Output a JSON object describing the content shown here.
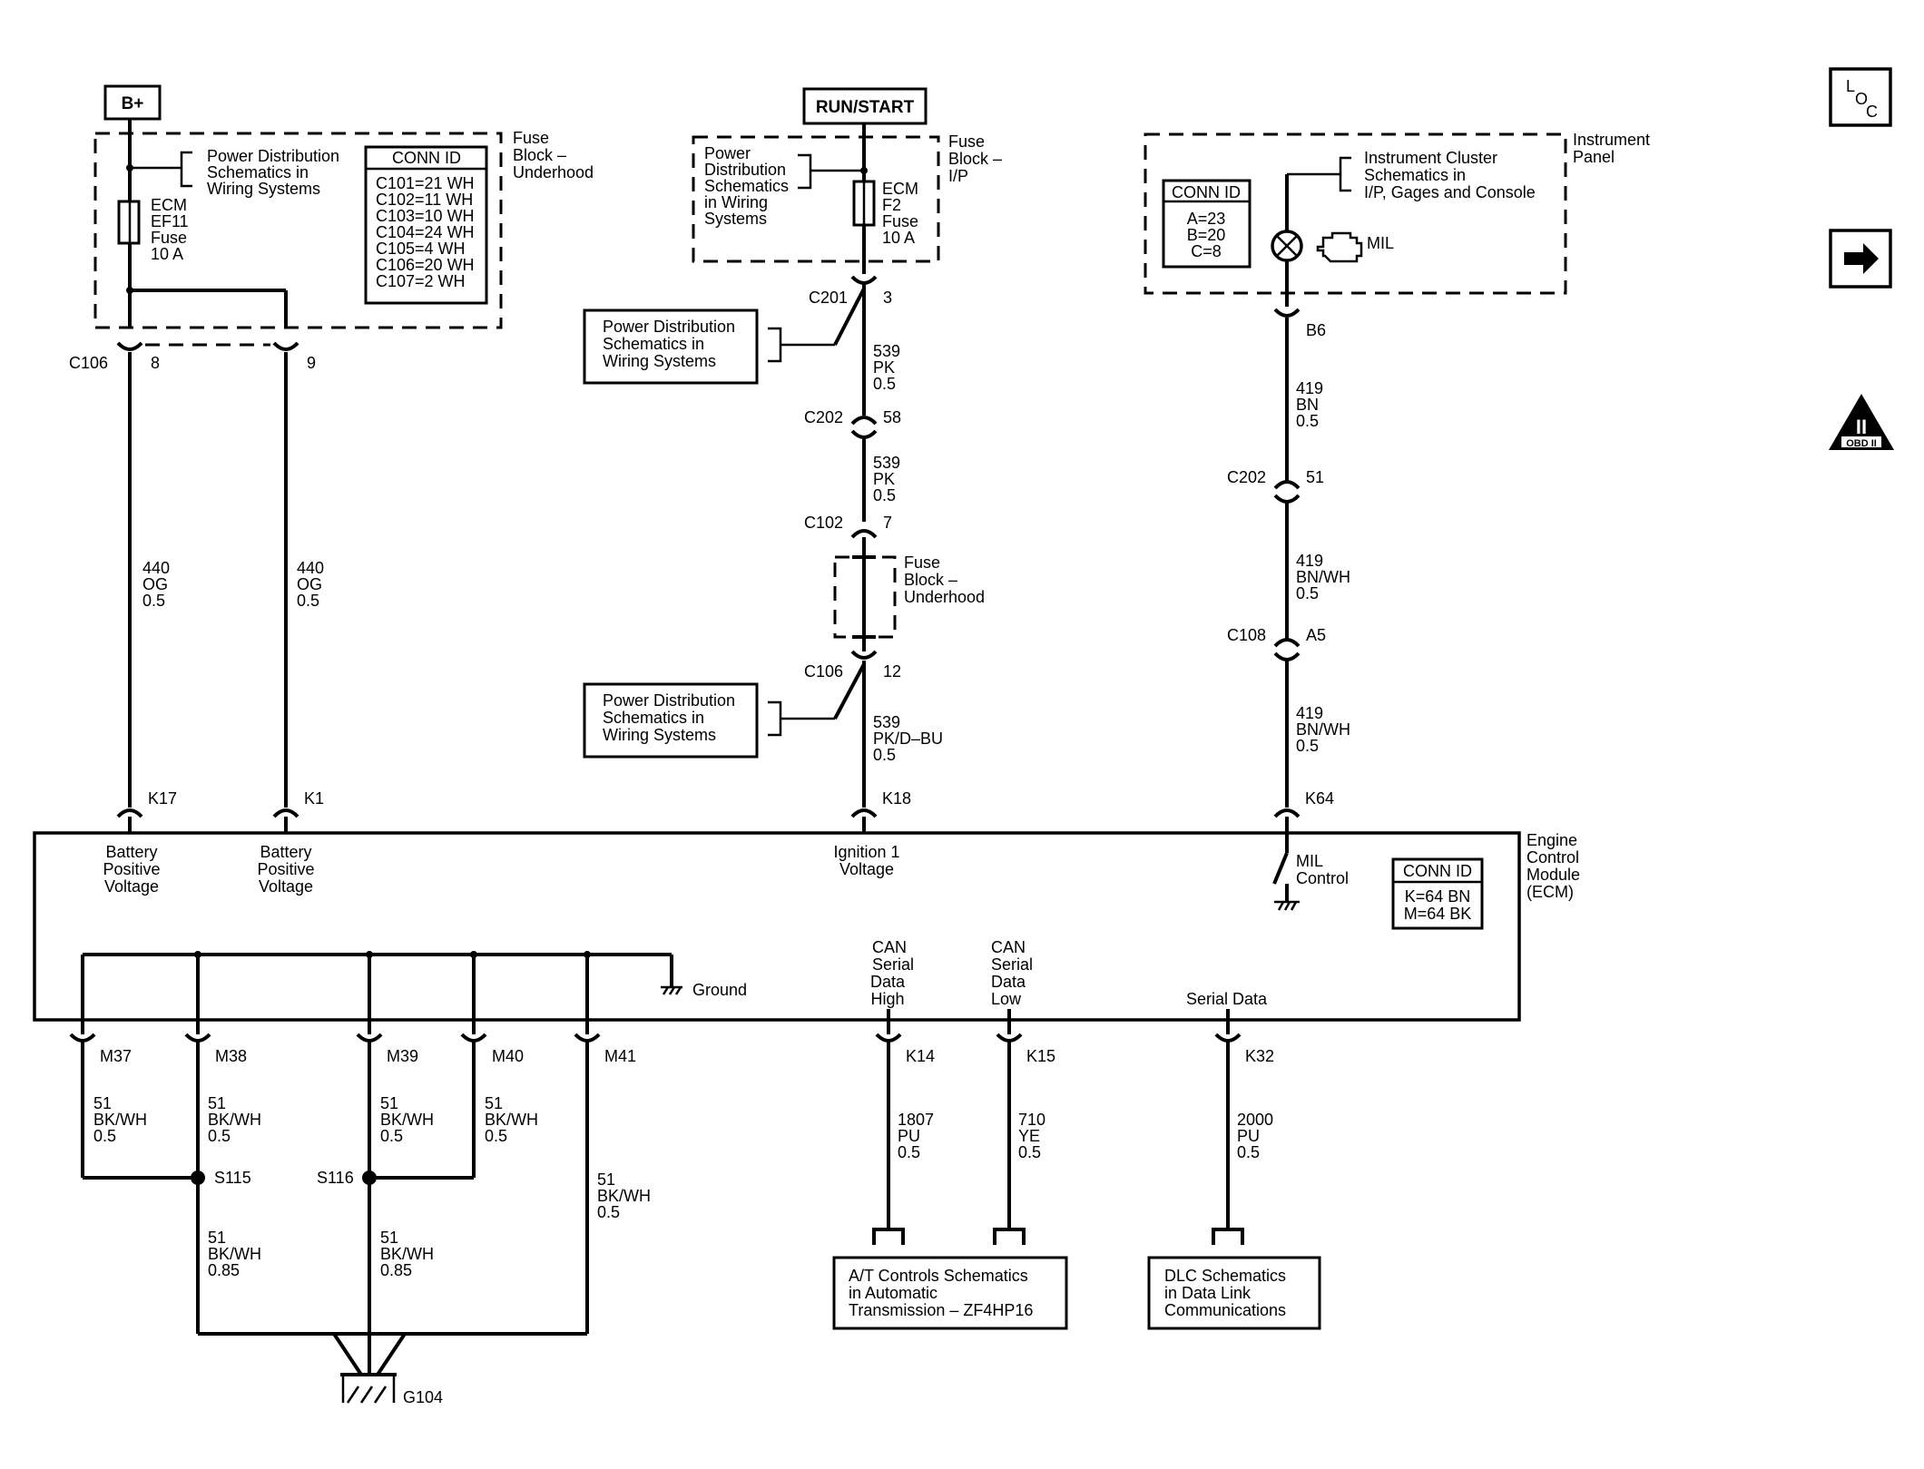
{
  "power": {
    "bplus": "B+",
    "run_start": "RUN/START"
  },
  "fuse_block_underhood": {
    "title_lines": [
      "Fuse",
      "Block –",
      "Underhood"
    ],
    "pd_ref_lines": [
      "Power Distribution",
      "Schematics in",
      "Wiring Systems"
    ],
    "fuse_lines": [
      "ECM",
      "EF11",
      "Fuse",
      "10 A"
    ],
    "conn_id_title": "CONN ID",
    "conn_rows": [
      "C101=21 WH",
      "C102=11 WH",
      "C103=10 WH",
      "C104=24 WH",
      "C105=4 WH",
      "C106=20 WH",
      "C107=2 WH"
    ]
  },
  "fuse_block_ip": {
    "title_lines": [
      "Fuse",
      "Block –",
      "I/P"
    ],
    "pd_ref_lines": [
      "Power",
      "Distribution",
      "Schematics",
      "in Wiring",
      "Systems"
    ],
    "fuse_lines": [
      "ECM",
      "F2",
      "Fuse",
      "10 A"
    ]
  },
  "pd_box_lines": [
    "Power Distribution",
    "Schematics in",
    "Wiring Systems"
  ],
  "splice_box": {
    "lines": [
      "Fuse",
      "Block –",
      "Underhood"
    ]
  },
  "instrument_panel": {
    "title_lines": [
      "Instrument",
      "Panel"
    ],
    "ref_lines": [
      "Instrument Cluster",
      "Schematics in",
      "I/P, Gages and Console"
    ],
    "conn_id_title": "CONN ID",
    "conn_rows": [
      "A=23",
      "B=20",
      "C=8"
    ],
    "mil": "MIL"
  },
  "ecm": {
    "title_lines": [
      "Engine",
      "Control",
      "Module",
      "(ECM)"
    ],
    "conn_id_title": "CONN ID",
    "conn_rows": [
      "K=64 BN",
      "M=64 BK"
    ],
    "batt1_lines": [
      "Battery",
      "Positive",
      "Voltage"
    ],
    "batt2_lines": [
      "Battery",
      "Positive",
      "Voltage"
    ],
    "ign_lines": [
      "Ignition 1",
      "Voltage"
    ],
    "mil_lines": [
      "MIL",
      "Control"
    ],
    "ground": "Ground",
    "can_high_lines": [
      "CAN",
      "Serial",
      "Data",
      "High"
    ],
    "can_low_lines": [
      "CAN",
      "Serial",
      "Data",
      "Low"
    ],
    "serial_data": "Serial Data"
  },
  "connectors": {
    "c106": "C106",
    "c106_8": "8",
    "c106_9": "9",
    "c201": "C201",
    "c201_pin": "3",
    "c202": "C202",
    "c202_pin": "58",
    "c102": "C102",
    "c102_pin": "7",
    "c106b": "C106",
    "c106b_pin": "12",
    "b6": "B6",
    "c202b": "C202",
    "c202b_pin": "51",
    "c108": "C108",
    "c108_pin": "A5",
    "k17": "K17",
    "k1": "K1",
    "k18": "K18",
    "k64": "K64",
    "m37": "M37",
    "m38": "M38",
    "m39": "M39",
    "m40": "M40",
    "m41": "M41",
    "k14": "K14",
    "k15": "K15",
    "k32": "K32",
    "s115": "S115",
    "s116": "S116",
    "g104": "G104"
  },
  "wires": {
    "w440a": [
      "440",
      "OG",
      "0.5"
    ],
    "w440b": [
      "440",
      "OG",
      "0.5"
    ],
    "w539a": [
      "539",
      "PK",
      "0.5"
    ],
    "w539b": [
      "539",
      "PK",
      "0.5"
    ],
    "w539c": [
      "539",
      "PK/D–BU",
      "0.5"
    ],
    "w419a": [
      "419",
      "BN",
      "0.5"
    ],
    "w419b": [
      "419",
      "BN/WH",
      "0.5"
    ],
    "w419c": [
      "419",
      "BN/WH",
      "0.5"
    ],
    "w51_m37": [
      "51",
      "BK/WH",
      "0.5"
    ],
    "w51_m38": [
      "51",
      "BK/WH",
      "0.5"
    ],
    "w51_m39": [
      "51",
      "BK/WH",
      "0.5"
    ],
    "w51_m40": [
      "51",
      "BK/WH",
      "0.5"
    ],
    "w51_m41": [
      "51",
      "BK/WH",
      "0.5"
    ],
    "w51_s115": [
      "51",
      "BK/WH",
      "0.85"
    ],
    "w51_s116": [
      "51",
      "BK/WH",
      "0.85"
    ],
    "w1807": [
      "1807",
      "PU",
      "0.5"
    ],
    "w710": [
      "710",
      "YE",
      "0.5"
    ],
    "w2000": [
      "2000",
      "PU",
      "0.5"
    ]
  },
  "refs": {
    "at_lines": [
      "A/T Controls Schematics",
      "in Automatic",
      "Transmission – ZF4HP16"
    ],
    "dlc_lines": [
      "DLC Schematics",
      "in Data Link",
      "Communications"
    ]
  },
  "sidebar": {
    "loc_l": "L",
    "loc_o": "O",
    "loc_c": "C",
    "obd_roman": "II",
    "obd_text": "OBD II"
  },
  "icons": [
    "loc-icon",
    "next-arrow-icon",
    "obd-ii-icon",
    "mil-lamp-icon",
    "engine-icon",
    "ground-icon"
  ]
}
